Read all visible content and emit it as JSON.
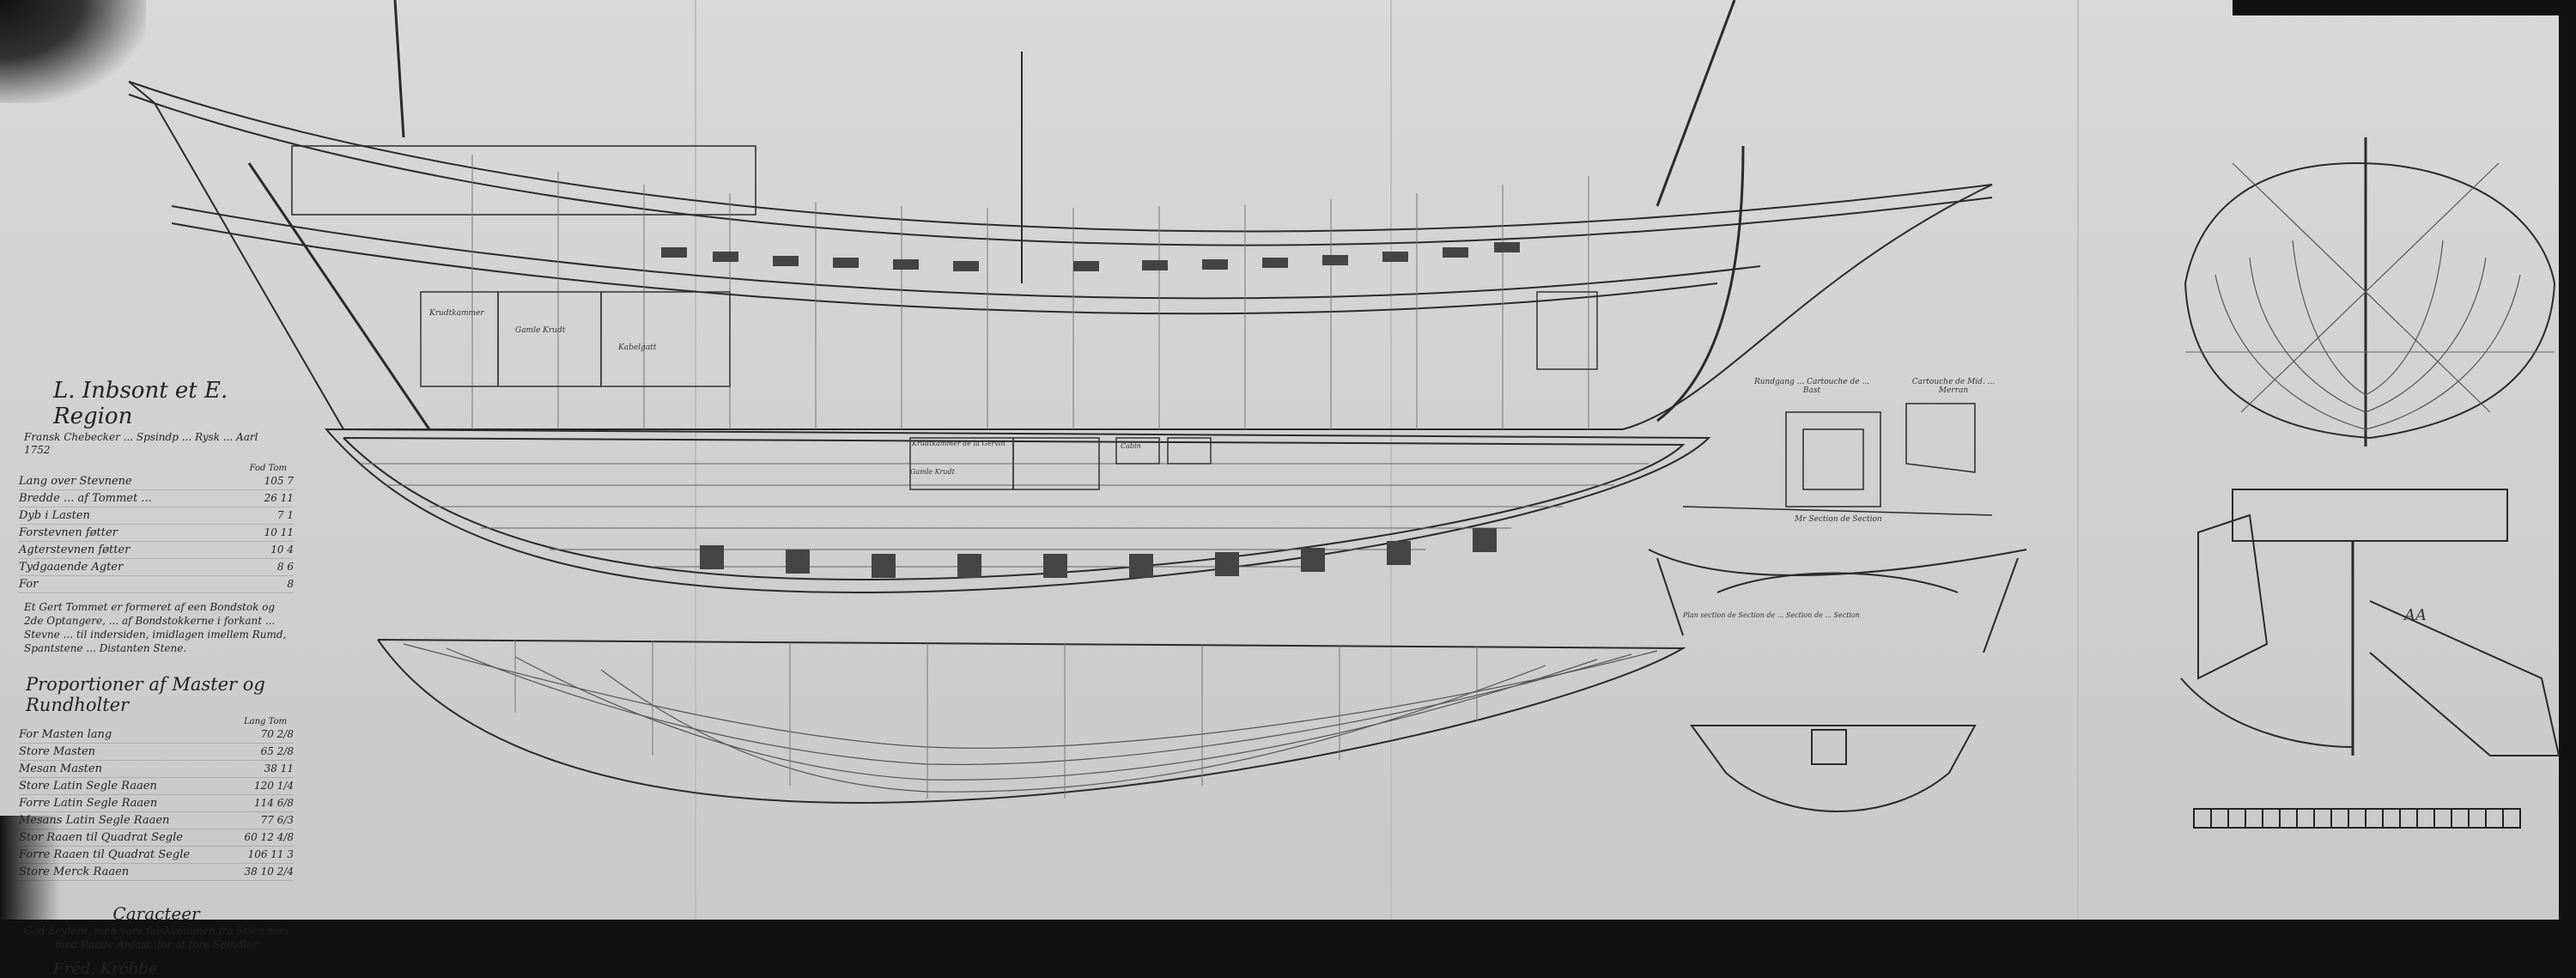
{
  "legend": {
    "title": "L. Inbsont et E. Region",
    "subtitle": "Fransk Chebecker ... Spsindp ... Rysk ... Aarl 1752",
    "dims_header": "Fod Tom",
    "rows": [
      {
        "label": "Lang over Stevnene",
        "value": "105 7"
      },
      {
        "label": "Bredde ... af Tommet ...",
        "value": "26 11"
      },
      {
        "label": "Dyb i Lasten",
        "value": "7 1"
      },
      {
        "label": "Forstevnen føtter",
        "value": "10 11"
      },
      {
        "label": "Agterstevnen føtter",
        "value": "10 4"
      },
      {
        "label": "Tydgaaende Agter",
        "value": "8 6"
      },
      {
        "label": "For",
        "value": "8"
      }
    ],
    "note": "Et Gert Tommet er formeret af een Bondstok og 2de Optangere, ... af Bondstokkerne i forkant ... Stevne ... til indersiden, imidlagen imellem Rumd, Spantstene ... Distanten Stene.",
    "section_title": "Proportioner af Master og Rundholter",
    "section_subhead": "Lang Tom",
    "mast_rows": [
      {
        "label": "For Masten lang",
        "value": "70 2/8"
      },
      {
        "label": "Store Masten",
        "value": "65 2/8"
      },
      {
        "label": "Mesan Masten",
        "value": "38 11"
      },
      {
        "label": "Store Latin Segle Raaen",
        "value": "120 1/4"
      },
      {
        "label": "Forre Latin Segle Raaen",
        "value": "114 6/8"
      },
      {
        "label": "Mesans Latin Segle Raaen",
        "value": "77 6/3"
      },
      {
        "label": "Stor Raaen til Quadrat Segle",
        "value": "60 12 4/8"
      },
      {
        "label": "Forre Raaen til Quadrat Segle",
        "value": "106 11 3"
      },
      {
        "label": "Store Merck Raaen",
        "value": "38 10 2/4"
      }
    ],
    "character_title": "Caracteer",
    "character_text": "God Seylere, men vare falskvommen fra Stien som med Raade Anfast, for at fore Spindler",
    "signature": "Fréd. Kröbbe"
  },
  "labels": {
    "hold_label_1": "Krudtkammer",
    "hold_label_2": "Gamle Krudt",
    "hold_label_3": "Kabelgatt",
    "deck_label_1": "Krudtkammer de la Gervin",
    "deck_label_2": "Gamle Krudt",
    "deck_label_3": "Cabin",
    "detail_title_1": "Rundgang ... Cartouche de ... Bast",
    "detail_title_2": "Cartouche de Mid. ... Merran",
    "section_caption_1": "Mr Section de Section",
    "section_caption_2": "Plan section de Section de ... Section de ... Section",
    "stern_label": "AA"
  },
  "colors": {
    "paper": "#d4d4d4",
    "ink": "#2a2a2a",
    "faint_ink": "#555555",
    "border": "#111111"
  }
}
